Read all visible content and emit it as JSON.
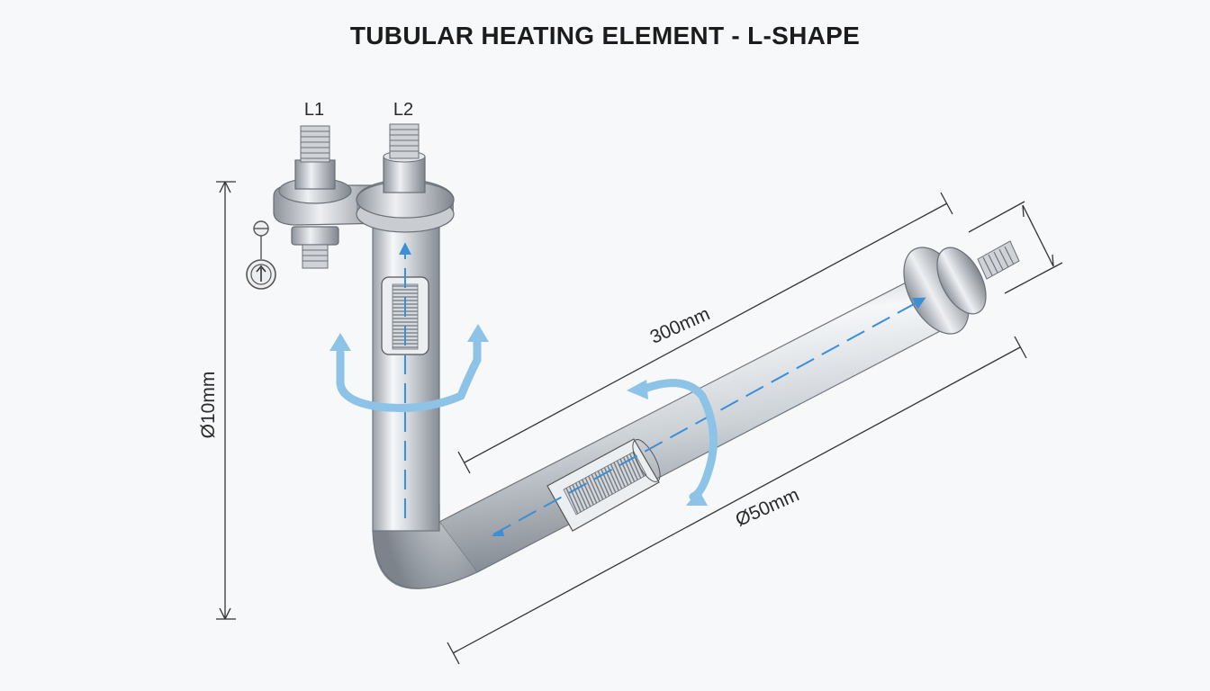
{
  "title": "TUBULAR HEATING ELEMENT - L-SHAPE",
  "terminals": {
    "left": "L1",
    "right": "L2"
  },
  "dimensions": {
    "vertical": "Ø10mm",
    "length": "300mm",
    "overall": "Ø50mm"
  },
  "colors": {
    "tube_light": "#f4f6f8",
    "tube_mid": "#c7ccd2",
    "tube_dark": "#8a9098",
    "flow_arrow": "#3a8fd6",
    "rotation_arrow": "#8cc3e6",
    "dimension_line": "#333333"
  },
  "icons": [
    "up-arrow-icon",
    "sensor-probe-icon",
    "flow-arrow-icon",
    "rotation-arrow-icon",
    "coil-icon"
  ]
}
